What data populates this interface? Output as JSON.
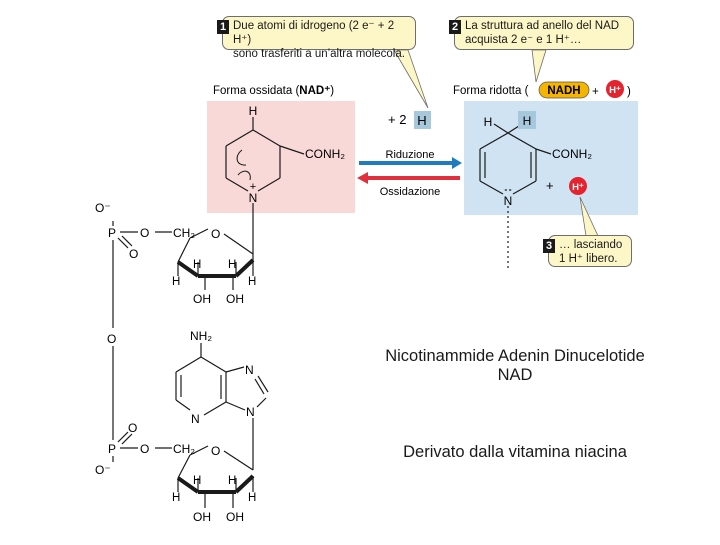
{
  "callouts": {
    "c1": {
      "num": "1",
      "line1": "Due atomi di idrogeno (2 e⁻ + 2 H⁺)",
      "line2": "sono trasferiti a un’altra molecola."
    },
    "c2": {
      "num": "2",
      "line1": "La struttura ad anello del NAD",
      "line2": "acquista 2 e⁻ e  1 H⁺…"
    },
    "c3": {
      "num": "3",
      "line1": "… lasciando",
      "line2": "1 H⁺ libero."
    }
  },
  "labels": {
    "oxidized_prefix": "Forma ossidata  (",
    "oxidized_name": "NAD⁺",
    "oxidized_suffix": ")",
    "reduced_prefix": "Forma ridotta  (",
    "reduced_name": "NADH",
    "plus_sign": "+",
    "proton": "H⁺",
    "paren_close": ")",
    "plus_2": "+ 2",
    "h_box": "H",
    "reduction": "Riduzione",
    "oxidation": "Ossidazione"
  },
  "atoms": {
    "H": "H",
    "N": "N",
    "O": "O",
    "P": "P",
    "CONH2": "CONH₂",
    "CH2": "CH₂",
    "O_minus": "O⁻",
    "OH": "OH",
    "NH2": "NH₂",
    "plus": "+",
    "lone_pair": "∘∘"
  },
  "captions": {
    "line1": "Nicotinammide Adenin Dinucelotide",
    "line2": "NAD",
    "line3": "Derivato dalla vitamina niacina"
  },
  "colors": {
    "oxidized_bg": "#f9d9d8",
    "reduced_bg": "#cfe3f2",
    "reduction_arrow": "#1f7bbd",
    "oxidation_arrow": "#e0303e",
    "nadh_badge": "#f4b400",
    "proton_badge": "#e5232e",
    "h_box": "#a7c7dc",
    "callout_bg": "#fdf7c8"
  }
}
